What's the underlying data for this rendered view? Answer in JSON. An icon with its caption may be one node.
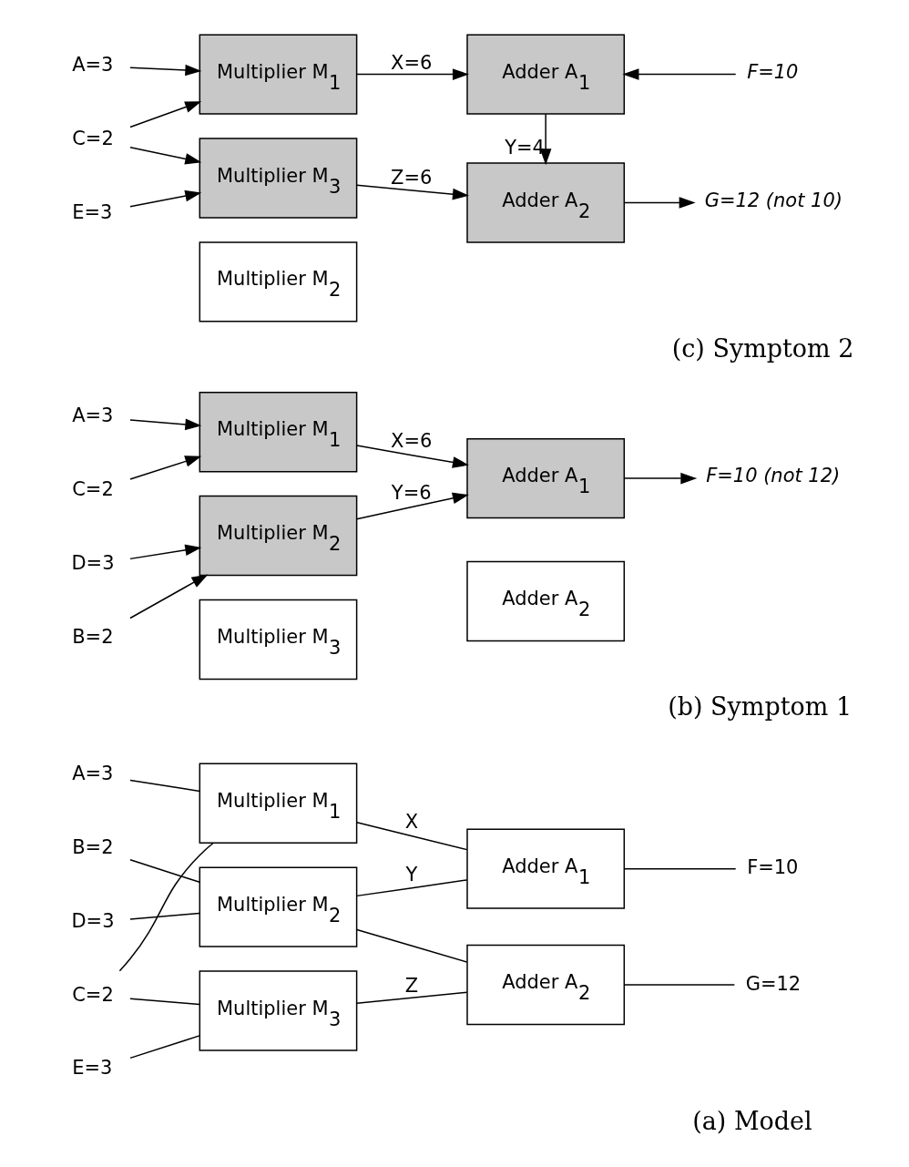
{
  "diagram": {
    "nodes": [
      {
        "text": [
          "A=3"
        ]
      },
      {
        "text": [
          "B=2"
        ]
      },
      {
        "text": [
          "C=2"
        ]
      },
      {
        "text": [
          "D=3"
        ]
      },
      {
        "text": [
          "E=3"
        ]
      },
      {
        "text": [
          "Multiplier M$_{1}$"
        ]
      },
      {
        "text": [
          "Multiplier M$_{2}$"
        ]
      },
      {
        "text": [
          "Multiplier M$_{3}$"
        ]
      },
      {
        "text": [
          "Adder A$_{1}$"
        ]
      },
      {
        "text": [
          "Adder A$_{2}$"
        ]
      },
      {
        "text": [
          "F=10"
        ]
      },
      {
        "text": [
          "G=12"
        ]
      },
      {
        "text": [
          "A=3"
        ]
      },
      {
        "text": [
          "B=2"
        ]
      },
      {
        "text": [
          "C=2"
        ]
      },
      {
        "text": [
          "D=3"
        ]
      },
      {
        "text": [
          "Multiplier M$_{1}$"
        ]
      },
      {
        "text": [
          "Multiplier M$_{2}$"
        ]
      },
      {
        "text": [
          "Multiplier M$_{3}$"
        ]
      },
      {
        "text": [
          "Adder A$_{1}$"
        ]
      },
      {
        "text": [
          "Adder A$_{2}$"
        ]
      },
      {
        "text": [
          "F=10 (not 12)"
        ]
      },
      {
        "text": [
          "A=3"
        ]
      },
      {
        "text": [
          "C=2"
        ]
      },
      {
        "text": [
          "E=3"
        ]
      },
      {
        "text": [
          "Multiplier M$_{1}$"
        ]
      },
      {
        "text": [
          "Multiplier M$_{2}$"
        ]
      },
      {
        "text": [
          "Multiplier M$_{3}$"
        ]
      },
      {
        "text": [
          "Adder A$_{1}$"
        ]
      },
      {
        "text": [
          "Adder A$_{2}$"
        ]
      },
      {
        "text": [
          "F=10"
        ]
      },
      {
        "text": [
          "G=12 (not 10)"
        ]
      }
    ],
    "edges": [
      {
        "from": 0,
        "to": 5,
        "arrow": "none"
      },
      {
        "from": 2,
        "to": 5,
        "arrow": "none"
      },
      {
        "from": 1,
        "to": 6,
        "arrow": "none"
      },
      {
        "from": 3,
        "to": 6,
        "arrow": "none"
      },
      {
        "from": 2,
        "to": 7,
        "arrow": "none"
      },
      {
        "from": 4,
        "to": 7,
        "arrow": "none"
      },
      {
        "from": 5,
        "to": 8,
        "arrow": "none",
        "label": "X"
      },
      {
        "from": 6,
        "to": 8,
        "arrow": "none",
        "label": "Y"
      },
      {
        "from": 6,
        "to": 9,
        "arrow": "none"
      },
      {
        "from": 7,
        "to": 9,
        "arrow": "none",
        "label": "Z"
      },
      {
        "from": 8,
        "to": 10,
        "arrow": "none"
      },
      {
        "from": 9,
        "to": 11,
        "arrow": "none"
      },
      {
        "from": 12,
        "to": 16,
        "arrow": "to"
      },
      {
        "from": 14,
        "to": 16,
        "arrow": "to"
      },
      {
        "from": 13,
        "to": 17,
        "arrow": "to"
      },
      {
        "from": 15,
        "to": 17,
        "arrow": "to"
      },
      {
        "from": 16,
        "to": 19,
        "arrow": "to",
        "label": "X=6"
      },
      {
        "from": 17,
        "to": 19,
        "arrow": "to",
        "label": "Y=6"
      },
      {
        "from": 19,
        "to": 21,
        "arrow": "to"
      },
      {
        "from": 22,
        "to": 25,
        "arrow": "to"
      },
      {
        "from": 23,
        "to": 25,
        "arrow": "to"
      },
      {
        "from": 23,
        "to": 27,
        "arrow": "to"
      },
      {
        "from": 24,
        "to": 27,
        "arrow": "to"
      },
      {
        "from": 25,
        "to": 28,
        "arrow": "to",
        "label": "X=6"
      },
      {
        "from": 30,
        "to": 28,
        "arrow": "to"
      },
      {
        "from": 28,
        "to": 29,
        "arrow": "to",
        "label": "Y=4"
      },
      {
        "from": 27,
        "to": 29,
        "arrow": "to",
        "label": "Z=6"
      },
      {
        "from": 29,
        "to": 31,
        "arrow": "to"
      }
    ],
    "labels": [
      "(a) Model",
      "(b) Symptom 1",
      "(c) Symptom 2"
    ]
  }
}
